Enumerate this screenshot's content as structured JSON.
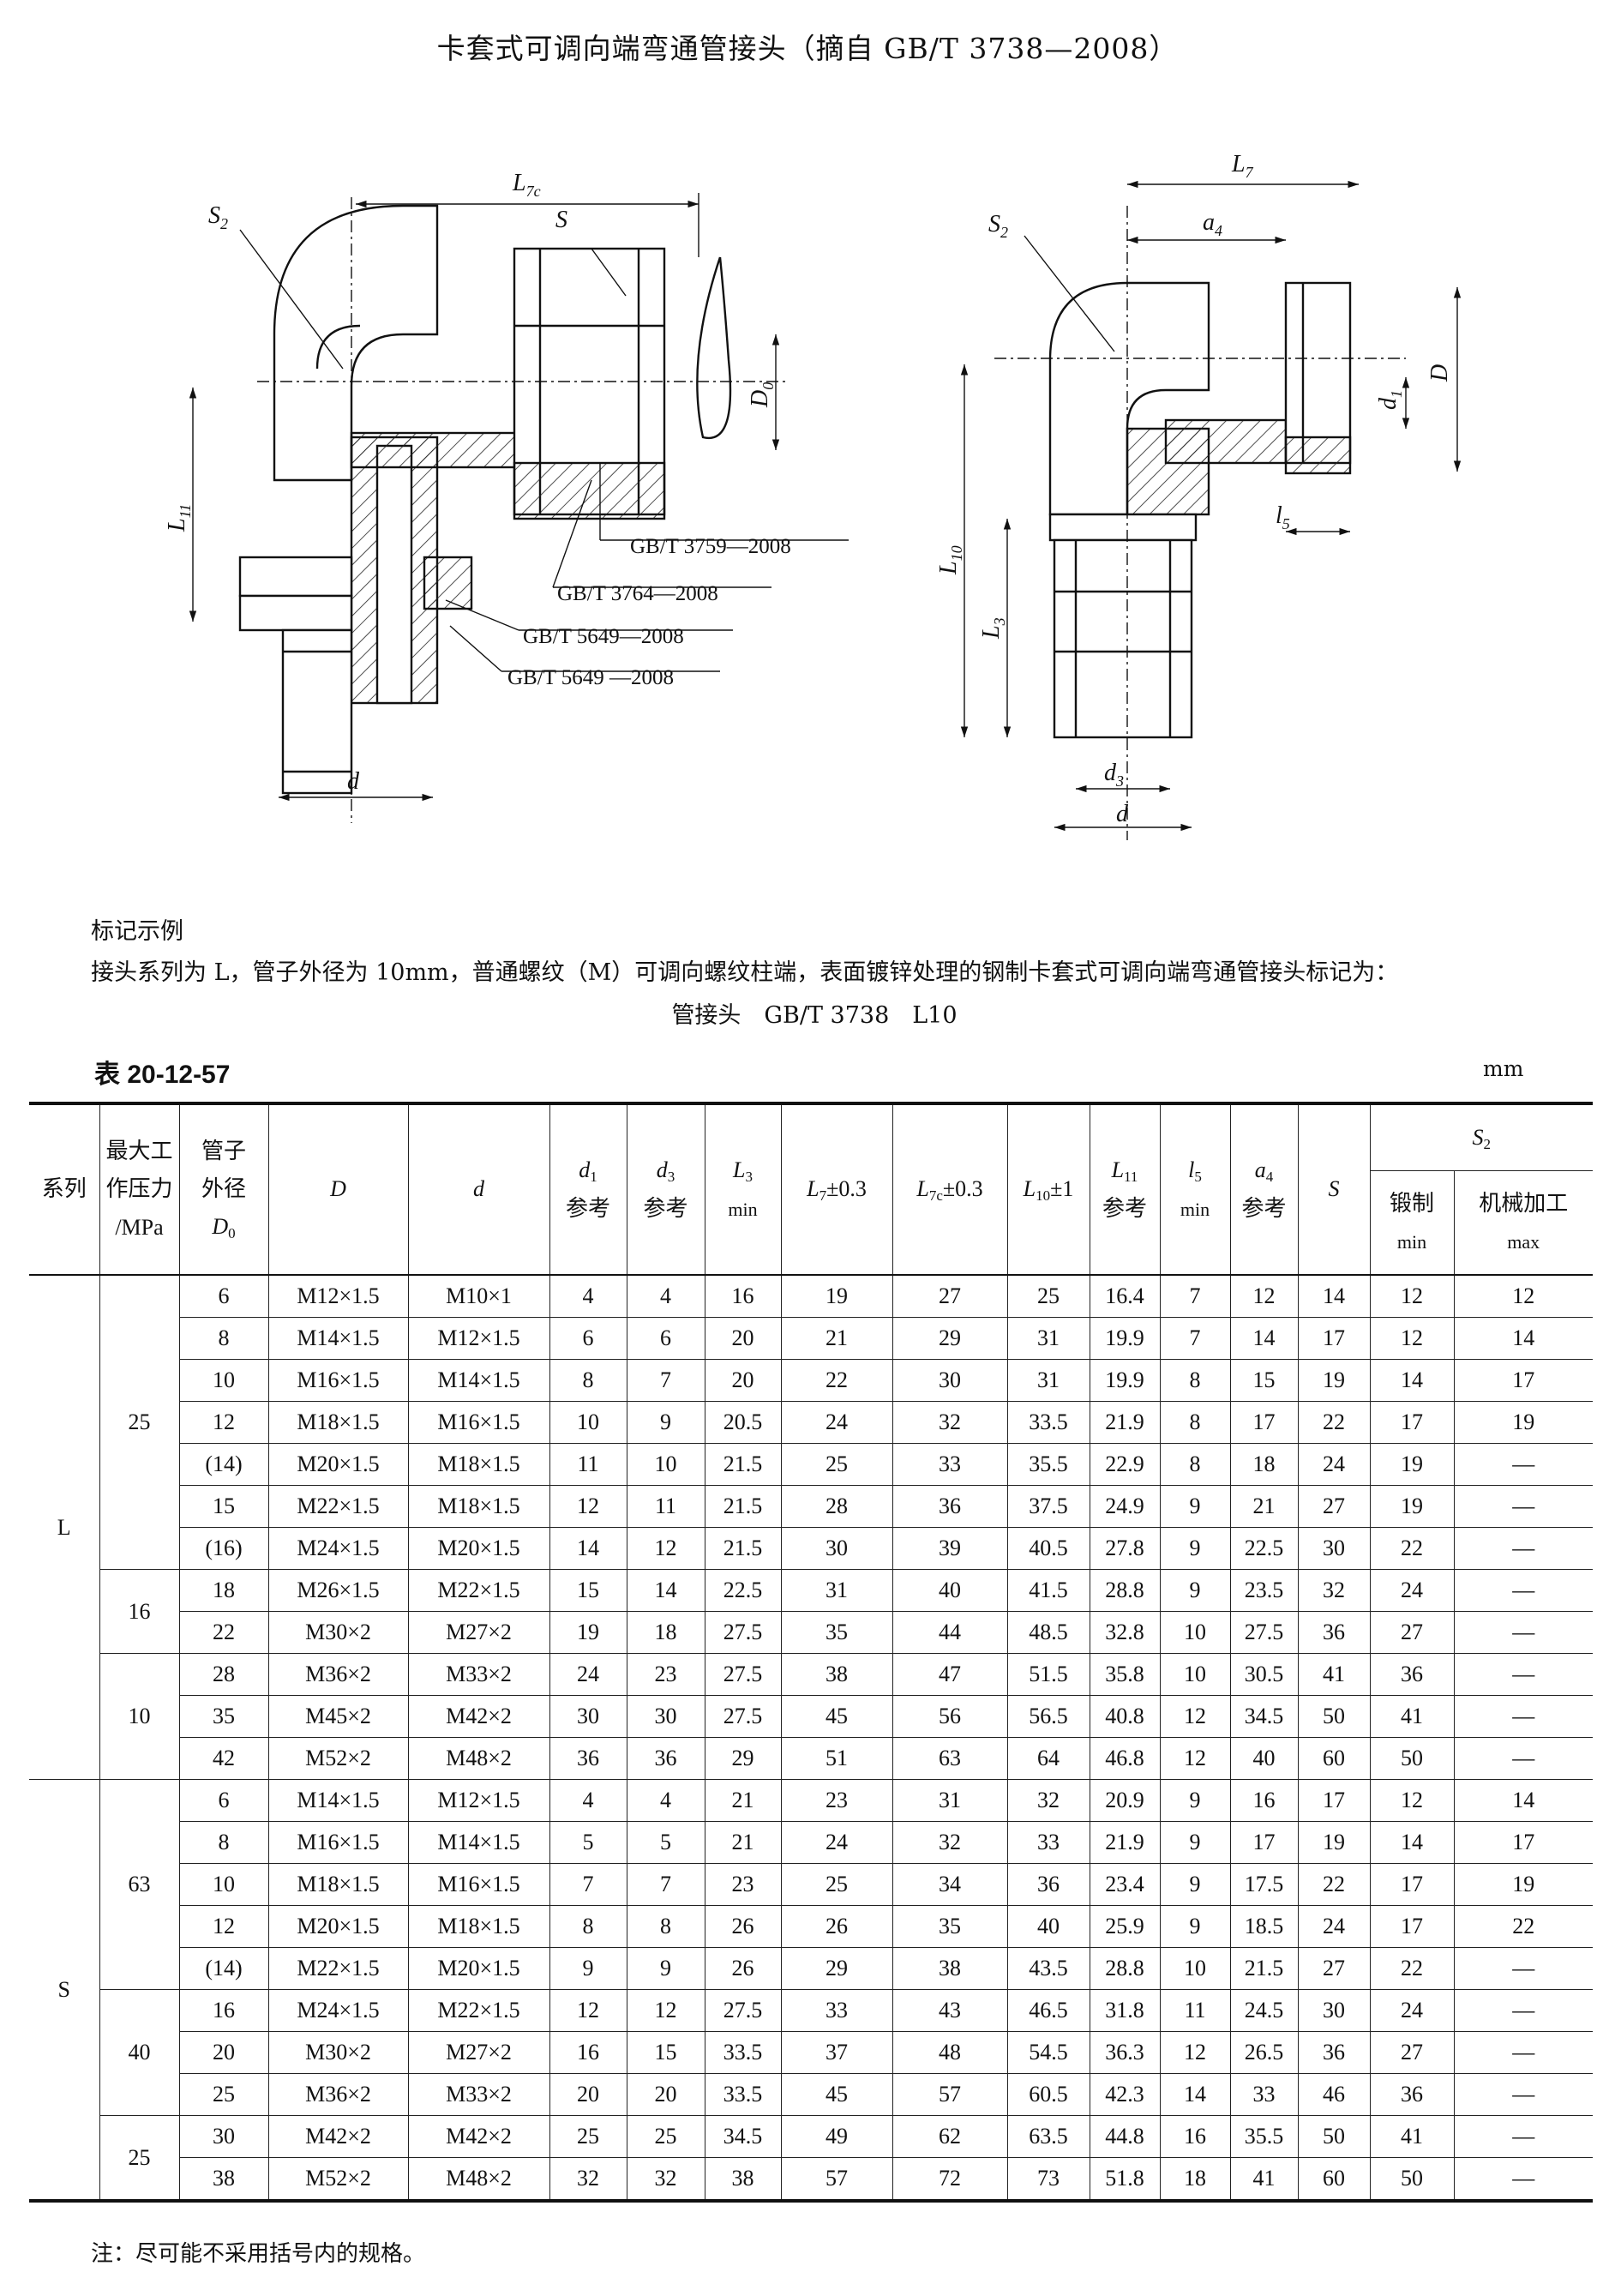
{
  "title": "卡套式可调向端弯通管接头（摘自 GB/T 3738—2008）",
  "figure_left": {
    "labels": {
      "L7c": {
        "main": "L",
        "sub": "7c"
      },
      "S2": {
        "main": "S",
        "sub": "2"
      },
      "S": {
        "main": "S",
        "sub": ""
      },
      "D0": {
        "main": "D",
        "sub": "0"
      },
      "L11": {
        "main": "L",
        "sub": "11"
      },
      "d": {
        "main": "d",
        "sub": ""
      }
    },
    "standards": [
      "GB/T 3759—2008",
      "GB/T 3764—2008",
      "GB/T 5649—2008",
      "GB/T 5649 —2008"
    ]
  },
  "figure_right": {
    "labels": {
      "L7": {
        "main": "L",
        "sub": "7"
      },
      "a4": {
        "main": "a",
        "sub": "4"
      },
      "S2": {
        "main": "S",
        "sub": "2"
      },
      "D": {
        "main": "D",
        "sub": ""
      },
      "d1": {
        "main": "d",
        "sub": "1"
      },
      "l5": {
        "main": "l",
        "sub": "5"
      },
      "L10": {
        "main": "L",
        "sub": "10"
      },
      "L3": {
        "main": "L",
        "sub": "3"
      },
      "d3": {
        "main": "d",
        "sub": "3"
      },
      "d": {
        "main": "d",
        "sub": ""
      }
    }
  },
  "example": {
    "heading": "标记示例",
    "text": "接头系列为 L，管子外径为 10mm，普通螺纹（M）可调向螺纹柱端，表面镀锌处理的钢制卡套式可调向端弯通管接头标记为：",
    "designation": "管接头　GB/T 3738　L10"
  },
  "table": {
    "caption": "表 20-12-57",
    "unit": "mm",
    "headers": {
      "series": "系列",
      "pressure": [
        "最大工",
        "作压力",
        "/MPa"
      ],
      "tube_od": [
        "管子",
        "外径"
      ],
      "tube_od_sym": {
        "main": "D",
        "sub": "0"
      },
      "D": "D",
      "d": "d",
      "d1": {
        "main": "d",
        "sub": "1",
        "note": "参考"
      },
      "d3": {
        "main": "d",
        "sub": "3",
        "note": "参考"
      },
      "L3": {
        "main": "L",
        "sub": "3",
        "note": "min"
      },
      "L7": {
        "main": "L",
        "sub": "7",
        "tol": "±0.3"
      },
      "L7c": {
        "main": "L",
        "sub": "7c",
        "tol": "±0.3"
      },
      "L10": {
        "main": "L",
        "sub": "10",
        "tol": "±1"
      },
      "L11": {
        "main": "L",
        "sub": "11",
        "note": "参考"
      },
      "l5": {
        "main": "l",
        "sub": "5",
        "note": "min"
      },
      "a4": {
        "main": "a",
        "sub": "4",
        "note": "参考"
      },
      "S": "S",
      "S2": {
        "main": "S",
        "sub": "2"
      },
      "S2_forged": {
        "label": "锻制",
        "note": "min"
      },
      "S2_machined": {
        "label": "机械加工",
        "note": "max"
      }
    },
    "groups": [
      {
        "series": "L",
        "pressures": [
          {
            "value": "25",
            "rows": [
              [
                "6",
                "M12×1.5",
                "M10×1",
                "4",
                "4",
                "16",
                "19",
                "27",
                "25",
                "16.4",
                "7",
                "12",
                "14",
                "12",
                "12"
              ],
              [
                "8",
                "M14×1.5",
                "M12×1.5",
                "6",
                "6",
                "20",
                "21",
                "29",
                "31",
                "19.9",
                "7",
                "14",
                "17",
                "12",
                "14"
              ],
              [
                "10",
                "M16×1.5",
                "M14×1.5",
                "8",
                "7",
                "20",
                "22",
                "30",
                "31",
                "19.9",
                "8",
                "15",
                "19",
                "14",
                "17"
              ],
              [
                "12",
                "M18×1.5",
                "M16×1.5",
                "10",
                "9",
                "20.5",
                "24",
                "32",
                "33.5",
                "21.9",
                "8",
                "17",
                "22",
                "17",
                "19"
              ],
              [
                "(14)",
                "M20×1.5",
                "M18×1.5",
                "11",
                "10",
                "21.5",
                "25",
                "33",
                "35.5",
                "22.9",
                "8",
                "18",
                "24",
                "19",
                "—"
              ],
              [
                "15",
                "M22×1.5",
                "M18×1.5",
                "12",
                "11",
                "21.5",
                "28",
                "36",
                "37.5",
                "24.9",
                "9",
                "21",
                "27",
                "19",
                "—"
              ],
              [
                "(16)",
                "M24×1.5",
                "M20×1.5",
                "14",
                "12",
                "21.5",
                "30",
                "39",
                "40.5",
                "27.8",
                "9",
                "22.5",
                "30",
                "22",
                "—"
              ]
            ]
          },
          {
            "value": "16",
            "rows": [
              [
                "18",
                "M26×1.5",
                "M22×1.5",
                "15",
                "14",
                "22.5",
                "31",
                "40",
                "41.5",
                "28.8",
                "9",
                "23.5",
                "32",
                "24",
                "—"
              ],
              [
                "22",
                "M30×2",
                "M27×2",
                "19",
                "18",
                "27.5",
                "35",
                "44",
                "48.5",
                "32.8",
                "10",
                "27.5",
                "36",
                "27",
                "—"
              ]
            ]
          },
          {
            "value": "10",
            "rows": [
              [
                "28",
                "M36×2",
                "M33×2",
                "24",
                "23",
                "27.5",
                "38",
                "47",
                "51.5",
                "35.8",
                "10",
                "30.5",
                "41",
                "36",
                "—"
              ],
              [
                "35",
                "M45×2",
                "M42×2",
                "30",
                "30",
                "27.5",
                "45",
                "56",
                "56.5",
                "40.8",
                "12",
                "34.5",
                "50",
                "41",
                "—"
              ],
              [
                "42",
                "M52×2",
                "M48×2",
                "36",
                "36",
                "29",
                "51",
                "63",
                "64",
                "46.8",
                "12",
                "40",
                "60",
                "50",
                "—"
              ]
            ]
          }
        ]
      },
      {
        "series": "S",
        "pressures": [
          {
            "value": "63",
            "rows": [
              [
                "6",
                "M14×1.5",
                "M12×1.5",
                "4",
                "4",
                "21",
                "23",
                "31",
                "32",
                "20.9",
                "9",
                "16",
                "17",
                "12",
                "14"
              ],
              [
                "8",
                "M16×1.5",
                "M14×1.5",
                "5",
                "5",
                "21",
                "24",
                "32",
                "33",
                "21.9",
                "9",
                "17",
                "19",
                "14",
                "17"
              ],
              [
                "10",
                "M18×1.5",
                "M16×1.5",
                "7",
                "7",
                "23",
                "25",
                "34",
                "36",
                "23.4",
                "9",
                "17.5",
                "22",
                "17",
                "19"
              ],
              [
                "12",
                "M20×1.5",
                "M18×1.5",
                "8",
                "8",
                "26",
                "26",
                "35",
                "40",
                "25.9",
                "9",
                "18.5",
                "24",
                "17",
                "22"
              ],
              [
                "(14)",
                "M22×1.5",
                "M20×1.5",
                "9",
                "9",
                "26",
                "29",
                "38",
                "43.5",
                "28.8",
                "10",
                "21.5",
                "27",
                "22",
                "—"
              ]
            ]
          },
          {
            "value": "40",
            "rows": [
              [
                "16",
                "M24×1.5",
                "M22×1.5",
                "12",
                "12",
                "27.5",
                "33",
                "43",
                "46.5",
                "31.8",
                "11",
                "24.5",
                "30",
                "24",
                "—"
              ],
              [
                "20",
                "M30×2",
                "M27×2",
                "16",
                "15",
                "33.5",
                "37",
                "48",
                "54.5",
                "36.3",
                "12",
                "26.5",
                "36",
                "27",
                "—"
              ],
              [
                "25",
                "M36×2",
                "M33×2",
                "20",
                "20",
                "33.5",
                "45",
                "57",
                "60.5",
                "42.3",
                "14",
                "33",
                "46",
                "36",
                "—"
              ]
            ]
          },
          {
            "value": "25",
            "rows": [
              [
                "30",
                "M42×2",
                "M42×2",
                "25",
                "25",
                "34.5",
                "49",
                "62",
                "63.5",
                "44.8",
                "16",
                "35.5",
                "50",
                "41",
                "—"
              ],
              [
                "38",
                "M52×2",
                "M48×2",
                "32",
                "32",
                "38",
                "57",
                "72",
                "73",
                "51.8",
                "18",
                "41",
                "60",
                "50",
                "—"
              ]
            ]
          }
        ]
      }
    ],
    "note": "注：尽可能不采用括号内的规格。"
  }
}
